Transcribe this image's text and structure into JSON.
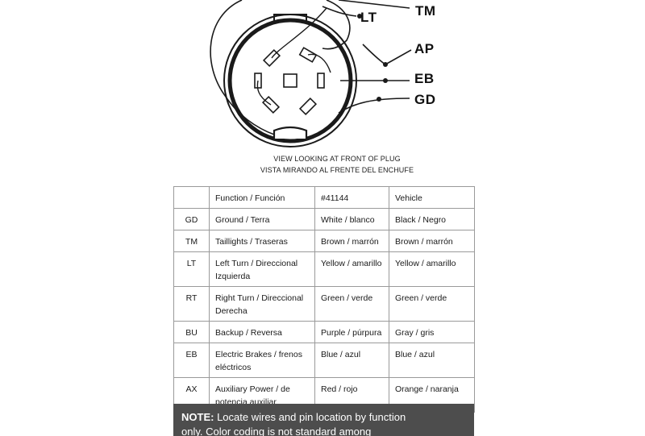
{
  "diagram": {
    "pin_labels": [
      "TM",
      "LT",
      "AP",
      "EB",
      "GD"
    ],
    "caption_en": "VIEW LOOKING AT FRONT OF PLUG",
    "caption_es": "VISTA MIRANDO AL FRENTE DEL ENCHUFE"
  },
  "table": {
    "headers": [
      "",
      "Function / Función",
      "#41144",
      "Vehicle"
    ],
    "rows": [
      {
        "code": "GD",
        "function": "Ground / Terra",
        "part": "White / blanco",
        "vehicle": "Black  / Negro"
      },
      {
        "code": "TM",
        "function": "Taillights / Traseras",
        "part": "Brown / marrón",
        "vehicle": "Brown / marrón"
      },
      {
        "code": "LT",
        "function": "Left Turn / Direccional Izquierda",
        "part": "Yellow / amarillo",
        "vehicle": "Yellow / amarillo"
      },
      {
        "code": "RT",
        "function": "Right Turn / Direccional Derecha",
        "part": "Green / verde",
        "vehicle": "Green / verde"
      },
      {
        "code": "BU",
        "function": "Backup / Reversa",
        "part": "Purple / púrpura",
        "vehicle": "Gray / gris"
      },
      {
        "code": "EB",
        "function": "Electric Brakes / frenos eléctricos",
        "part": "Blue / azul",
        "vehicle": "Blue / azul"
      },
      {
        "code": "AX",
        "function": "Auxiliary Power / de potencia auxiliar",
        "part": "Red / rojo",
        "vehicle": "Orange / naranja"
      }
    ]
  },
  "note": {
    "label": "NOTE:",
    "text": "Locate wires and pin location by function",
    "text2": "only. Color coding is not standard among"
  },
  "colors": {
    "line": "#1a1a1a",
    "note_bg": "#4d4d4d",
    "border": "#9a9a9a"
  }
}
